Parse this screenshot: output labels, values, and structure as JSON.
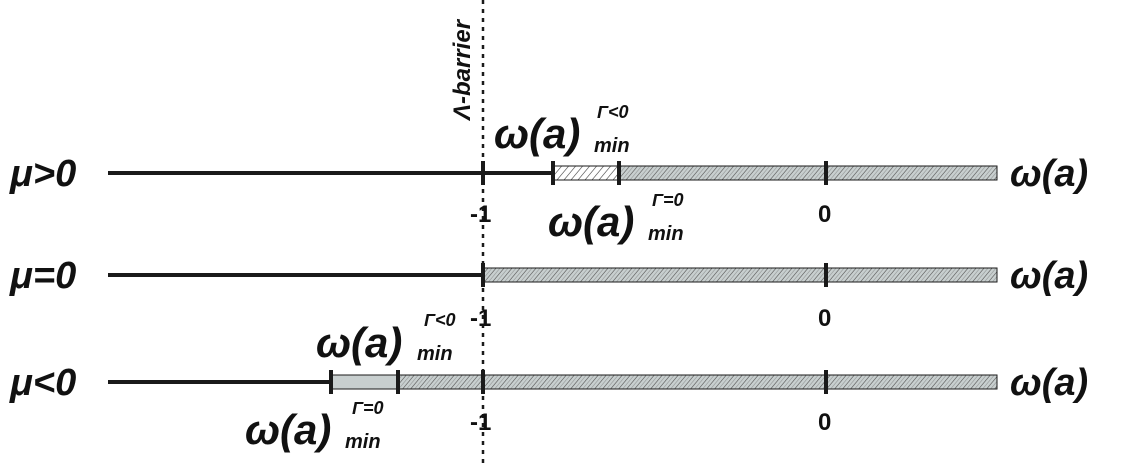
{
  "barrier_label": "Λ-barrier",
  "colors": {
    "line": "#1a1a1a",
    "shaded_fill": "#c8cfcf",
    "hatch_stroke": "#333333",
    "light_hatch_fill": "#ffffff"
  },
  "rows": [
    {
      "id": "mu-positive",
      "left_label": "μ>0",
      "right_label": "ω(a)",
      "tick_minus1": "-1",
      "tick_zero": "0",
      "above_label": {
        "base": "ω(a)",
        "sup": "Γ<0",
        "sub": "min"
      },
      "below_label": {
        "base": "ω(a)",
        "sup": "Γ=0",
        "sub": "min"
      }
    },
    {
      "id": "mu-zero",
      "left_label": "μ=0",
      "right_label": "ω(a)",
      "tick_minus1": "-1",
      "tick_zero": "0"
    },
    {
      "id": "mu-negative",
      "left_label": "μ<0",
      "right_label": "ω(a)",
      "tick_minus1": "-1",
      "tick_zero": "0",
      "above_label": {
        "base": "ω(a)",
        "sup": "Γ<0",
        "sub": "min"
      },
      "below_label": {
        "base": "ω(a)",
        "sup": "Γ=0",
        "sub": "min"
      }
    }
  ]
}
